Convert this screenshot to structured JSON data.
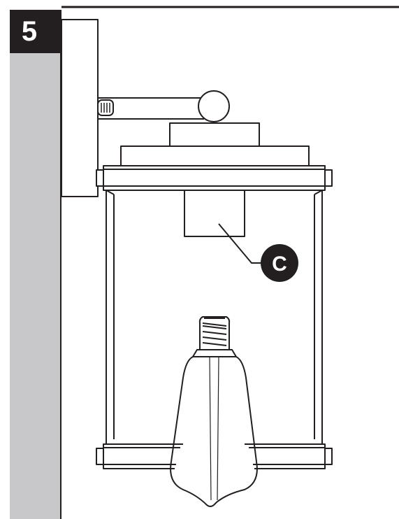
{
  "step": {
    "number": "5"
  },
  "callouts": [
    {
      "letter": "C",
      "target": "socket"
    }
  ],
  "colors": {
    "ink": "#231f20",
    "wall": "#c8c8ca",
    "background": "#ffffff"
  }
}
